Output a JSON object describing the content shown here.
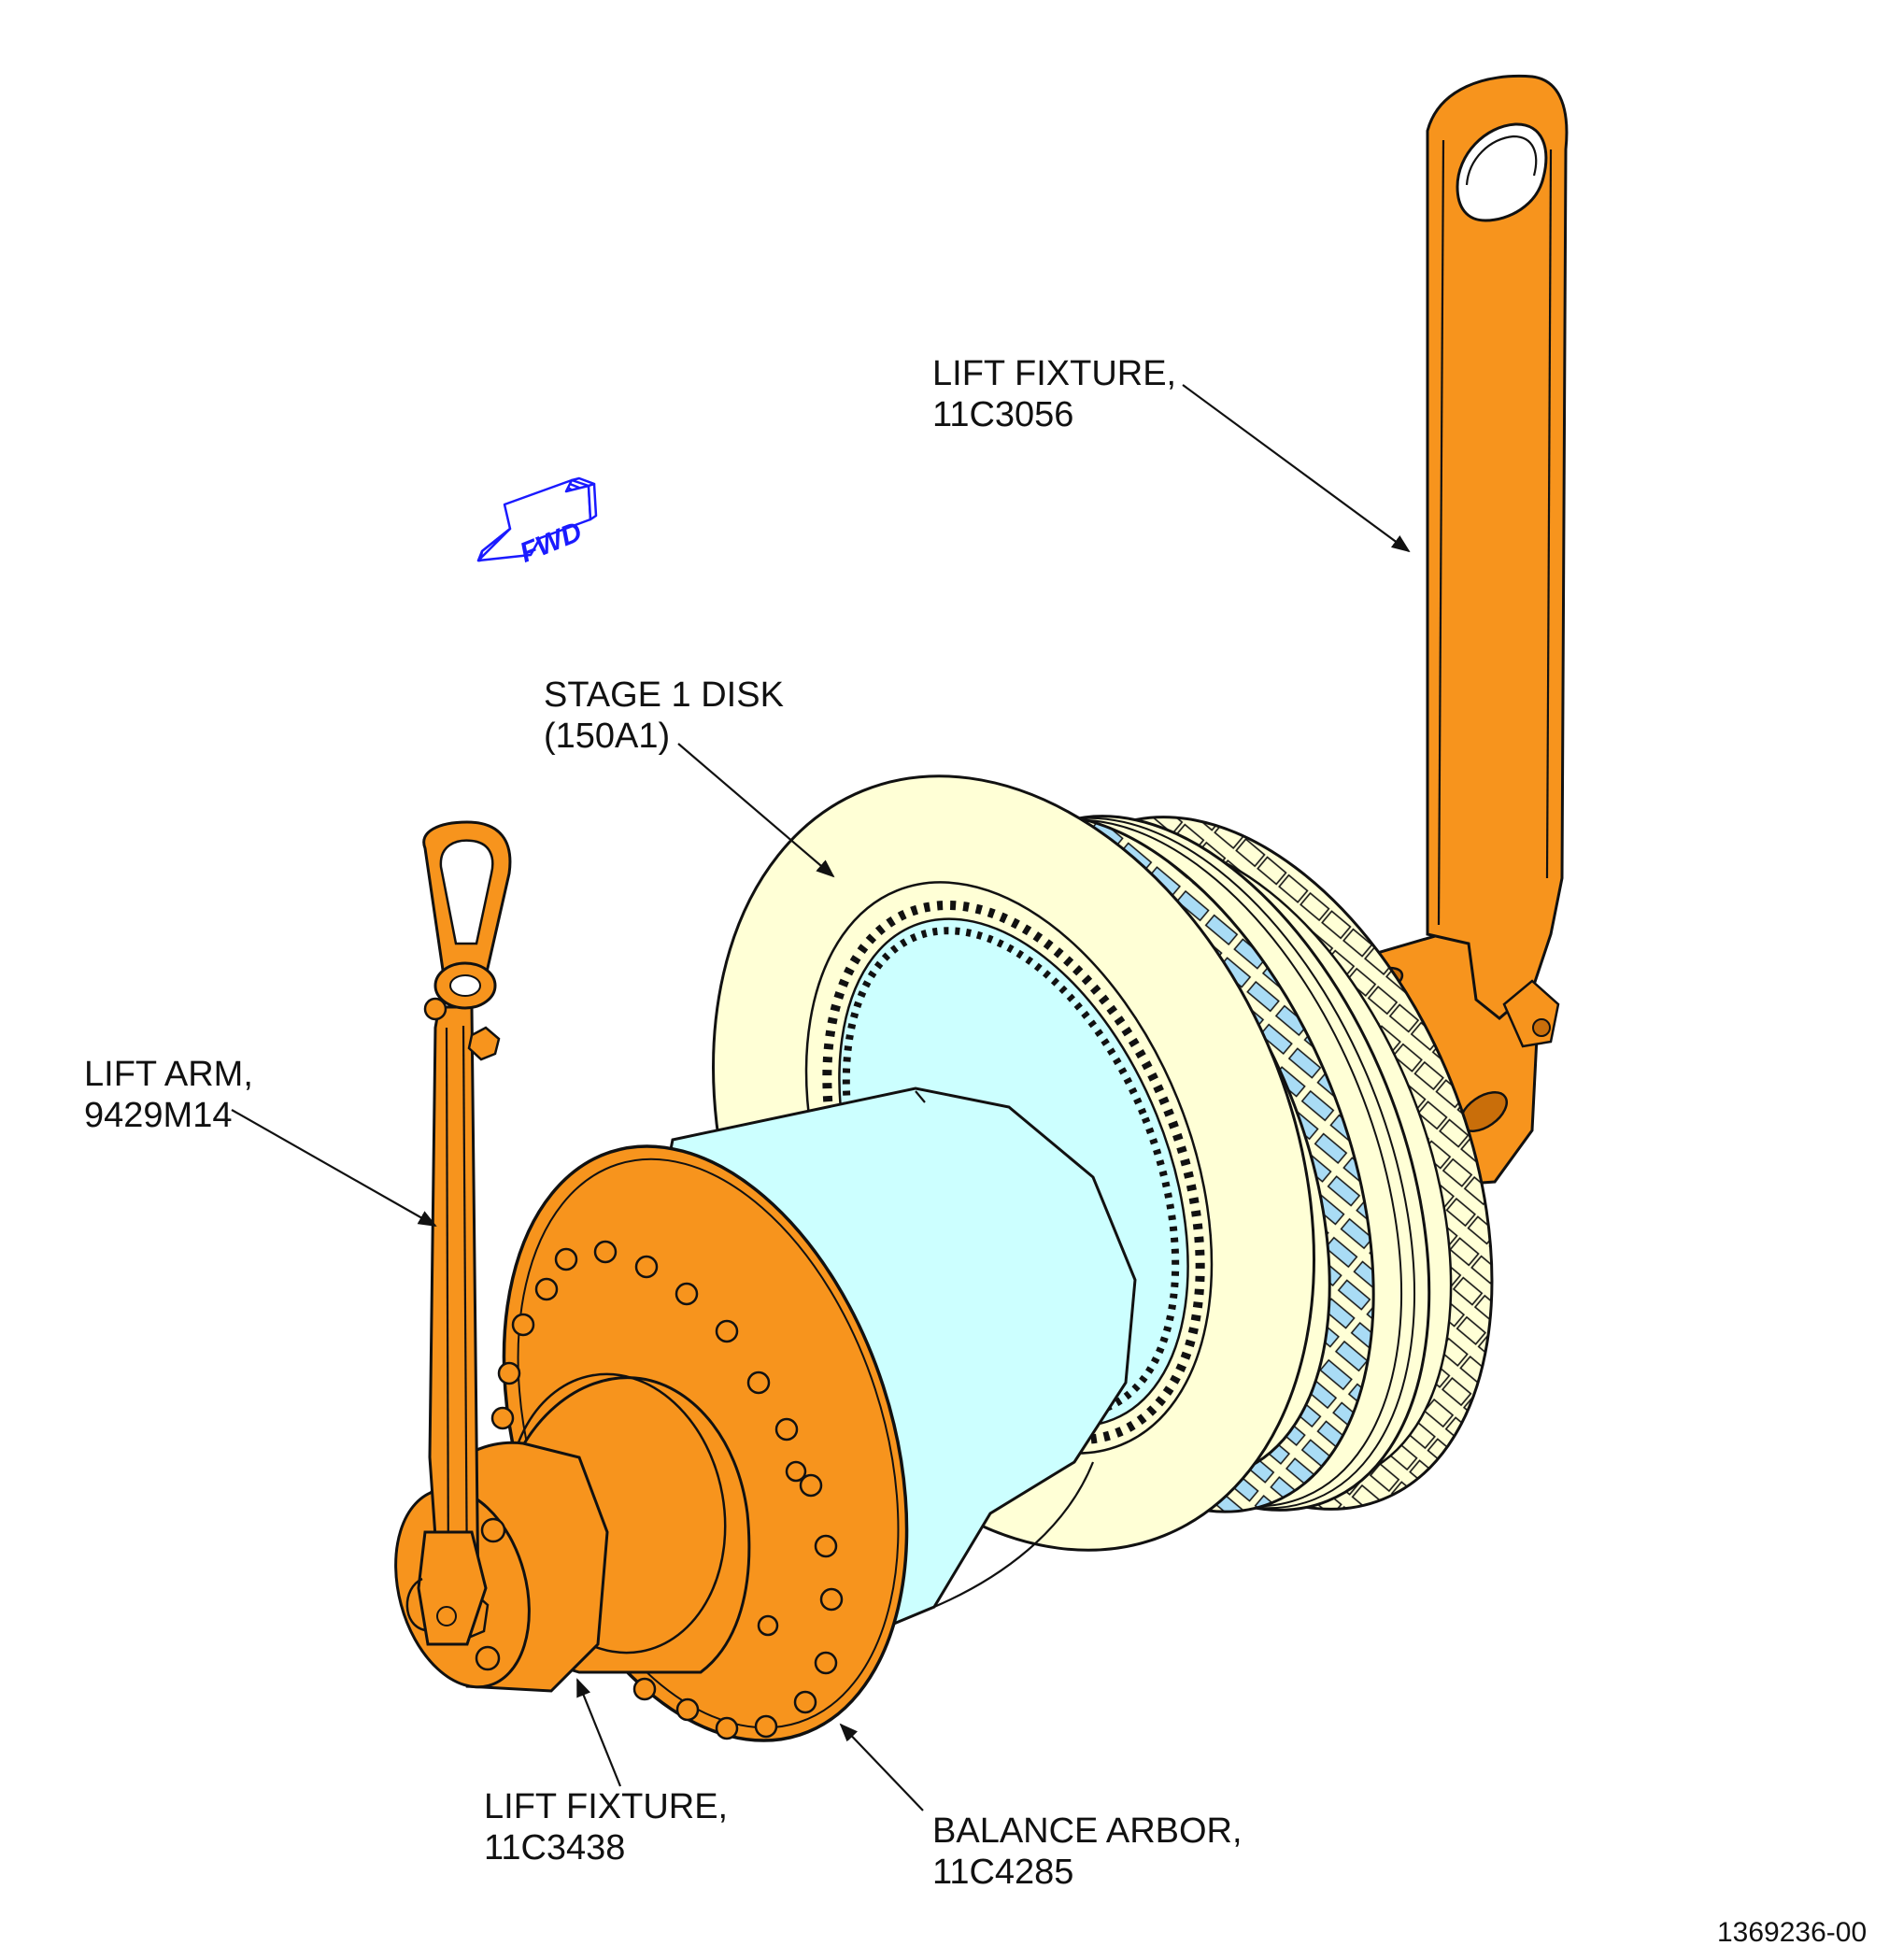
{
  "diagram": {
    "figure_number": "1369236-00",
    "direction_indicator": {
      "label": "FWD",
      "color": "#1a1aff",
      "icon": "arrow-icon"
    },
    "colors": {
      "tooling_orange": "#f7941d",
      "arbor_cyan": "#ccffff",
      "disk_cream": "#ffffd6",
      "blade_slot_blue": "#a9dcf5",
      "outline": "#111111"
    },
    "callouts": {
      "lift_fixture_top": {
        "line1": "LIFT FIXTURE,",
        "line2": "11C3056"
      },
      "stage1_disk": {
        "line1": "STAGE 1 DISK",
        "line2": "(150A1)"
      },
      "lift_arm": {
        "line1": "LIFT ARM,",
        "line2": "9429M14"
      },
      "lift_fixture_front": {
        "line1": "LIFT FIXTURE,",
        "line2": "11C3438"
      },
      "balance_arbor": {
        "line1": "BALANCE ARBOR,",
        "line2": "11C4285"
      }
    }
  }
}
